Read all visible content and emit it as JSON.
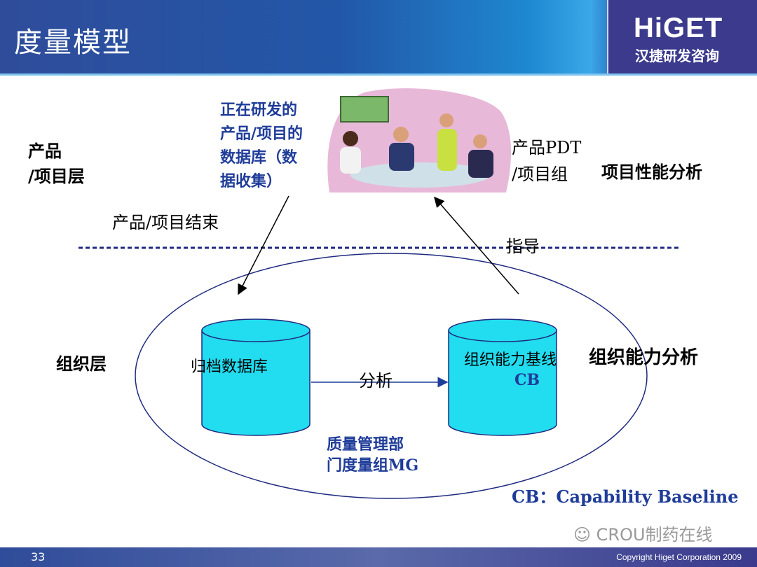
{
  "header": {
    "title": "度量模型",
    "logo_en": "HiGET",
    "logo_cn": "汉捷研发咨询"
  },
  "diagram": {
    "product_layer": [
      "产品",
      "/项目层"
    ],
    "dev_db": [
      "正在研发的",
      "产品/项目的",
      "数据库（数",
      "据收集）"
    ],
    "pdt": [
      "产品PDT",
      "/项目组"
    ],
    "project_perf": "项目性能分析",
    "project_end": "产品/项目结束",
    "guide": "指导",
    "org_layer": "组织层",
    "archive_db": "归档数据库",
    "analysis": "分析",
    "baseline": "组织能力基线",
    "baseline_abbr": "CB",
    "org_analysis": "组织能力分析",
    "mg": [
      "质量管理部",
      "门度量组MG"
    ],
    "cb_note": "CB：Capability Baseline"
  },
  "watermark": "CROU制药在线",
  "footer": {
    "page": "33",
    "copyright": "Copyright  Higet  Corporation  2009"
  },
  "colors": {
    "accent": "#1f3c99",
    "cylinder": "#22dcef",
    "header": "#2f4c9a",
    "logo_bg": "#3b3a8c"
  }
}
